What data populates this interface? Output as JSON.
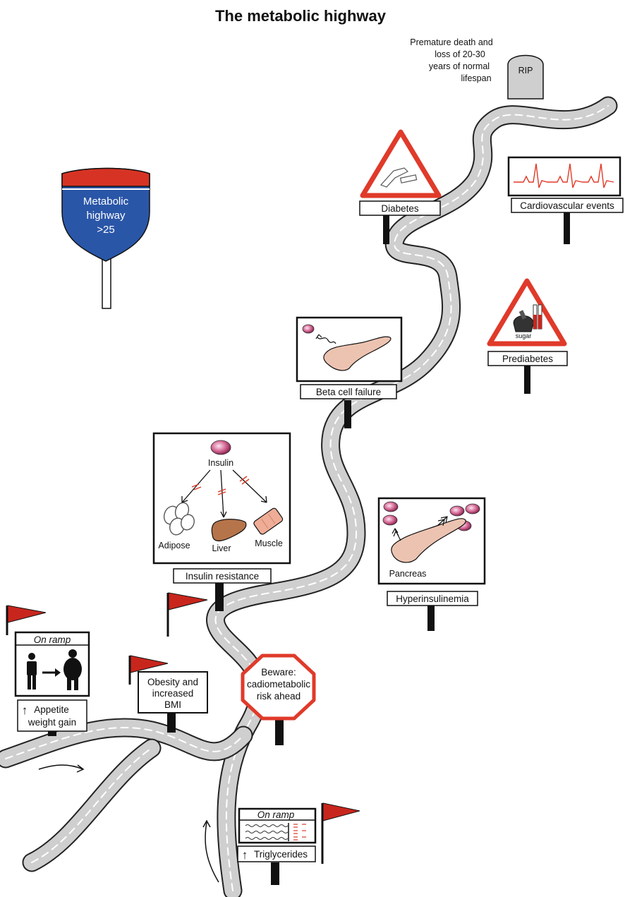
{
  "title": "The metabolic highway",
  "shield": {
    "lines": [
      "Metabolic",
      "highway",
      ">25"
    ]
  },
  "rip": {
    "caption_lines": [
      "Premature death and",
      "loss of 20-30",
      "years of normal",
      "lifespan"
    ],
    "tombstone_text": "RIP"
  },
  "signs": {
    "diabetes": "Diabetes",
    "cardio": "Cardiovascular events",
    "prediabetes": "Prediabetes",
    "prediabetes_sugar": "sugar",
    "beta": "Beta cell failure",
    "insulin_resistance": {
      "label": "Insulin resistance",
      "insulin": "Insulin",
      "adipose": "Adipose",
      "liver": "Liver",
      "muscle": "Muscle"
    },
    "hyperinsulinemia": {
      "label": "Hyperinsulinemia",
      "pancreas": "Pancreas"
    },
    "onramp1": {
      "header": "On ramp",
      "arrow": "↑",
      "lines": [
        "Appetite",
        "weight gain"
      ]
    },
    "obesity": [
      "Obesity and",
      "increased",
      "BMI"
    ],
    "beware": [
      "Beware:",
      "cadiometabolic",
      "risk ahead"
    ],
    "onramp2": {
      "header": "On ramp",
      "arrow": "↑",
      "label": "Triglycerides"
    }
  },
  "colors": {
    "flag": "#c8261d",
    "shield_blue": "#2a56a8",
    "shield_red": "#d63324",
    "road": "#cfcfcf",
    "warning_red": "#e03a2a",
    "pink": "#d9709b",
    "liver": "#b6744a",
    "muscle": "#efac97",
    "pancreas": "#ecc3b1"
  }
}
